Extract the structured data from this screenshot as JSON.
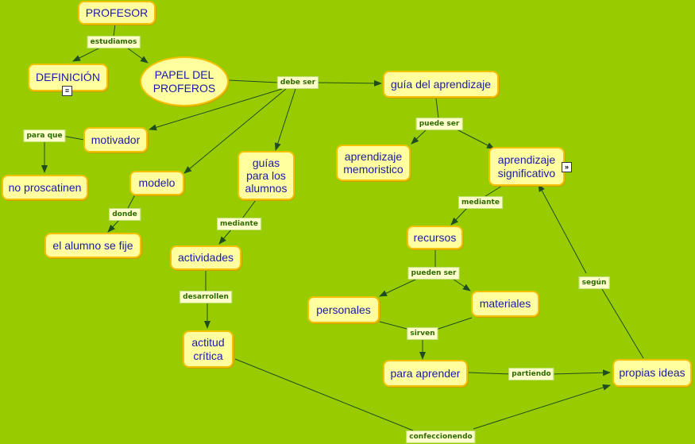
{
  "nodes": {
    "profesor": "PROFESOR",
    "definicion": "DEFINICIÓN",
    "papel": "PAPEL DEL\nPROFEROS",
    "guia": "guía del aprendizaje",
    "motivador": "motivador",
    "no_proscatinen": "no proscatinen",
    "modelo": "modelo",
    "guias_alumnos": "guías\npara los\nalumnos",
    "alumno_fije": "el alumno se fije",
    "actividades": "actividades",
    "actitud": "actitud\ncrítica",
    "memoristico": "aprendizaje\nmemoristico",
    "significativo": "aprendizaje\nsignificativo",
    "recursos": "recursos",
    "personales": "personales",
    "materiales": "materiales",
    "para_aprender": "para aprender",
    "propias_ideas": "propias ideas"
  },
  "links": {
    "estudiamos": "estudiamos",
    "debe_ser": "debe ser",
    "para_que": "para que",
    "donde": "donde",
    "mediante_1": "mediante",
    "desarrollen": "desarrollen",
    "puede_ser": "puede ser",
    "mediante_2": "mediante",
    "pueden_ser": "pueden ser",
    "sirven": "sirven",
    "partiendo": "partiendo",
    "segun": "según",
    "confeccionendo": "confeccionendo"
  },
  "icons": {
    "definicion_attachment": "document-icon",
    "significativo_attachment": "expand-icon"
  },
  "colors": {
    "background": "#99cc00",
    "node_fill": "#ffffa0",
    "node_border": "#f2c200",
    "node_text": "#1a1aaa",
    "link_text": "#2d6b00",
    "line": "#1f4d1f"
  }
}
